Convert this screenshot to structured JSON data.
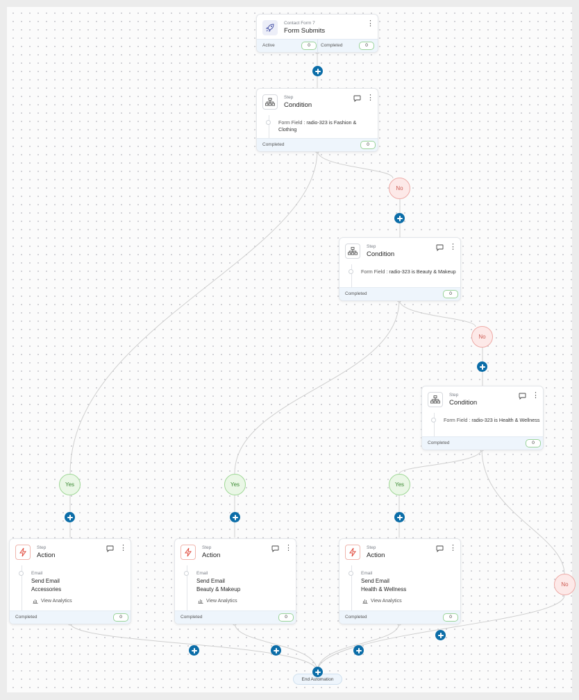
{
  "trigger": {
    "source": "Contact Form 7",
    "title": "Form Submits",
    "active_label": "Active",
    "active_count": "0",
    "completed_label": "Completed",
    "completed_count": "0"
  },
  "conditions": [
    {
      "step_label": "Step",
      "title": "Condition",
      "field_label": "Form Field :",
      "rule": "radio-323 is Fashion & Clothing",
      "completed_label": "Completed",
      "completed_count": "0"
    },
    {
      "step_label": "Step",
      "title": "Condition",
      "field_label": "Form Field :",
      "rule": "radio-323 is Beauty & Makeup",
      "completed_label": "Completed",
      "completed_count": "0"
    },
    {
      "step_label": "Step",
      "title": "Condition",
      "field_label": "Form Field :",
      "rule": "radio-323 is Health & Wellness",
      "completed_label": "Completed",
      "completed_count": "0"
    }
  ],
  "actions": [
    {
      "step_label": "Step",
      "title": "Action",
      "type_label": "Email",
      "line1": "Send Email",
      "line2": "Accessories",
      "analytics_label": "View Analytics",
      "completed_label": "Completed",
      "completed_count": "0"
    },
    {
      "step_label": "Step",
      "title": "Action",
      "type_label": "Email",
      "line1": "Send Email",
      "line2": "Beauty & Makeup",
      "analytics_label": "View Analytics",
      "completed_label": "Completed",
      "completed_count": "0"
    },
    {
      "step_label": "Step",
      "title": "Action",
      "type_label": "Email",
      "line1": "Send Email",
      "line2": "Health & Wellness",
      "analytics_label": "View Analytics",
      "completed_label": "Completed",
      "completed_count": "0"
    }
  ],
  "branches": {
    "yes_label": "Yes",
    "no_label": "No"
  },
  "end_label": "End Automation",
  "icons": {
    "trigger": "rocket-icon",
    "condition": "sitemap-icon",
    "action": "lightning-icon",
    "menu": "more-vertical-icon",
    "comment": "comment-icon",
    "analytics": "bar-chart-icon",
    "add": "plus-circle-icon"
  },
  "colors": {
    "add_button": "#0b6da8",
    "yes_branch": "#eaf7e6",
    "no_branch": "#fde9e8",
    "completed_badge_border": "#9ad39a",
    "action_icon": "#e0473a"
  }
}
